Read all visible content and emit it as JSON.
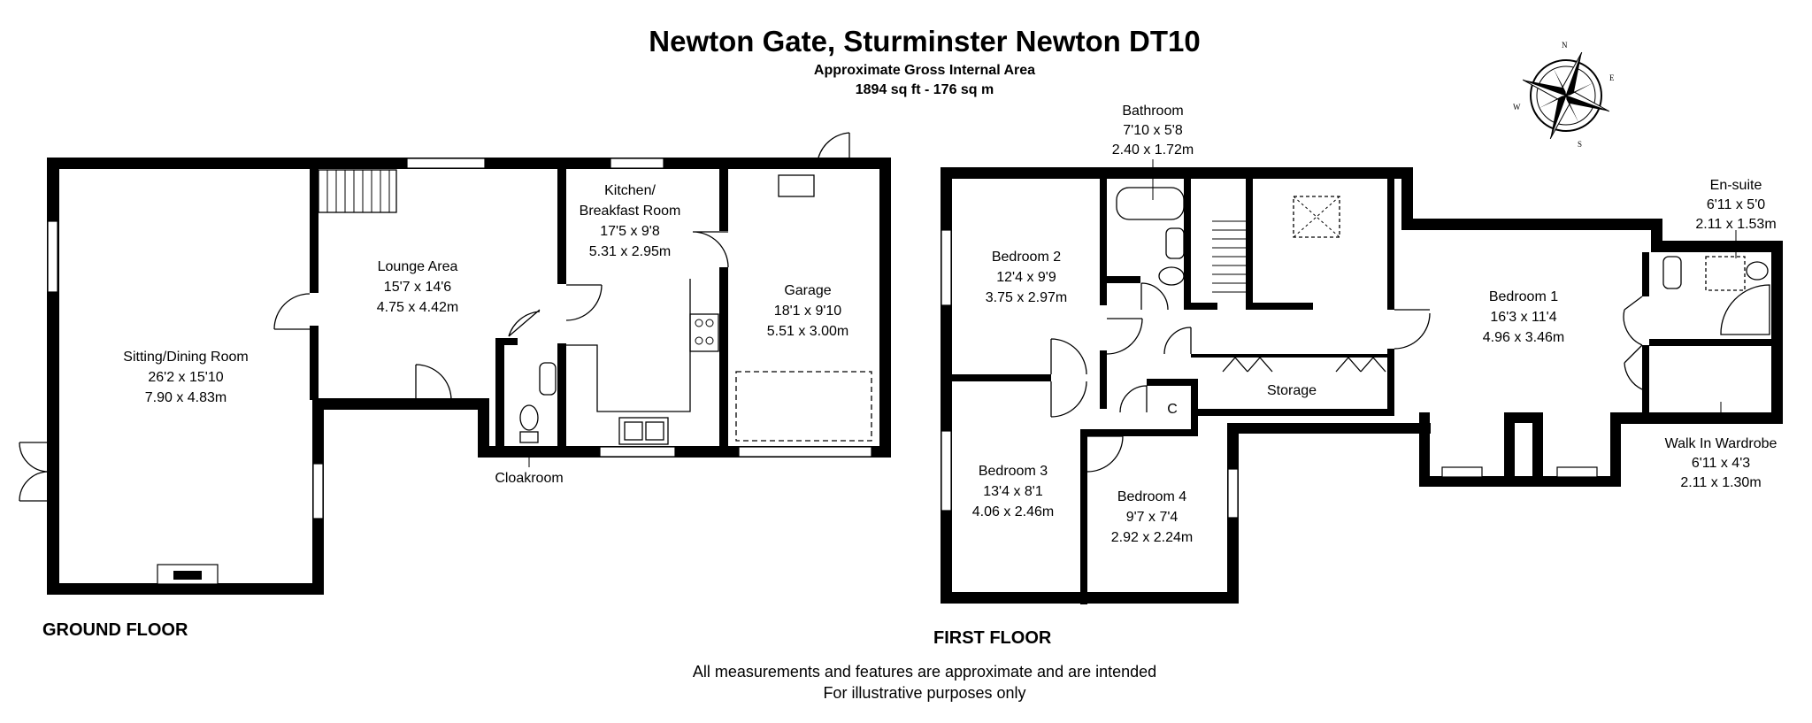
{
  "header": {
    "title": "Newton Gate, Sturminster Newton DT10",
    "area_label": "Approximate Gross Internal Area",
    "area_value": "1894 sq ft - 176 sq m"
  },
  "compass": {
    "n": "N",
    "e": "E",
    "s": "S",
    "w": "W"
  },
  "ground_floor": {
    "label": "GROUND FLOOR",
    "rooms": {
      "sitting": {
        "name": "Sitting/Dining Room",
        "imperial": "26'2 x 15'10",
        "metric": "7.90 x 4.83m"
      },
      "lounge": {
        "name": "Lounge Area",
        "imperial": "15'7 x 14'6",
        "metric": "4.75 x 4.42m"
      },
      "kitchen": {
        "name_line1": "Kitchen/",
        "name_line2": "Breakfast Room",
        "imperial": "17'5 x 9'8",
        "metric": "5.31 x 2.95m"
      },
      "garage": {
        "name": "Garage",
        "imperial": "18'1 x 9'10",
        "metric": "5.51 x 3.00m"
      },
      "cloakroom": {
        "name": "Cloakroom"
      }
    }
  },
  "first_floor": {
    "label": "FIRST FLOOR",
    "rooms": {
      "bathroom": {
        "name": "Bathroom",
        "imperial": "7'10 x 5'8",
        "metric": "2.40 x 1.72m"
      },
      "bedroom2": {
        "name": "Bedroom 2",
        "imperial": "12'4 x 9'9",
        "metric": "3.75 x 2.97m"
      },
      "bedroom3": {
        "name": "Bedroom 3",
        "imperial": "13'4 x 8'1",
        "metric": "4.06 x 2.46m"
      },
      "bedroom4": {
        "name": "Bedroom 4",
        "imperial": "9'7 x 7'4",
        "metric": "2.92 x 2.24m"
      },
      "bedroom1": {
        "name": "Bedroom 1",
        "imperial": "16'3 x 11'4",
        "metric": "4.96 x 3.46m"
      },
      "ensuite": {
        "name": "En-suite",
        "imperial": "6'11 x 5'0",
        "metric": "2.11 x 1.53m"
      },
      "wardrobe": {
        "name": "Walk In Wardrobe",
        "imperial": "6'11 x 4'3",
        "metric": "2.11 x 1.30m"
      },
      "storage": {
        "name": "Storage"
      },
      "cupboard": {
        "name": "C"
      }
    }
  },
  "disclaimer": {
    "line1": "All measurements and features are approximate and are intended",
    "line2": "For illustrative purposes only"
  }
}
